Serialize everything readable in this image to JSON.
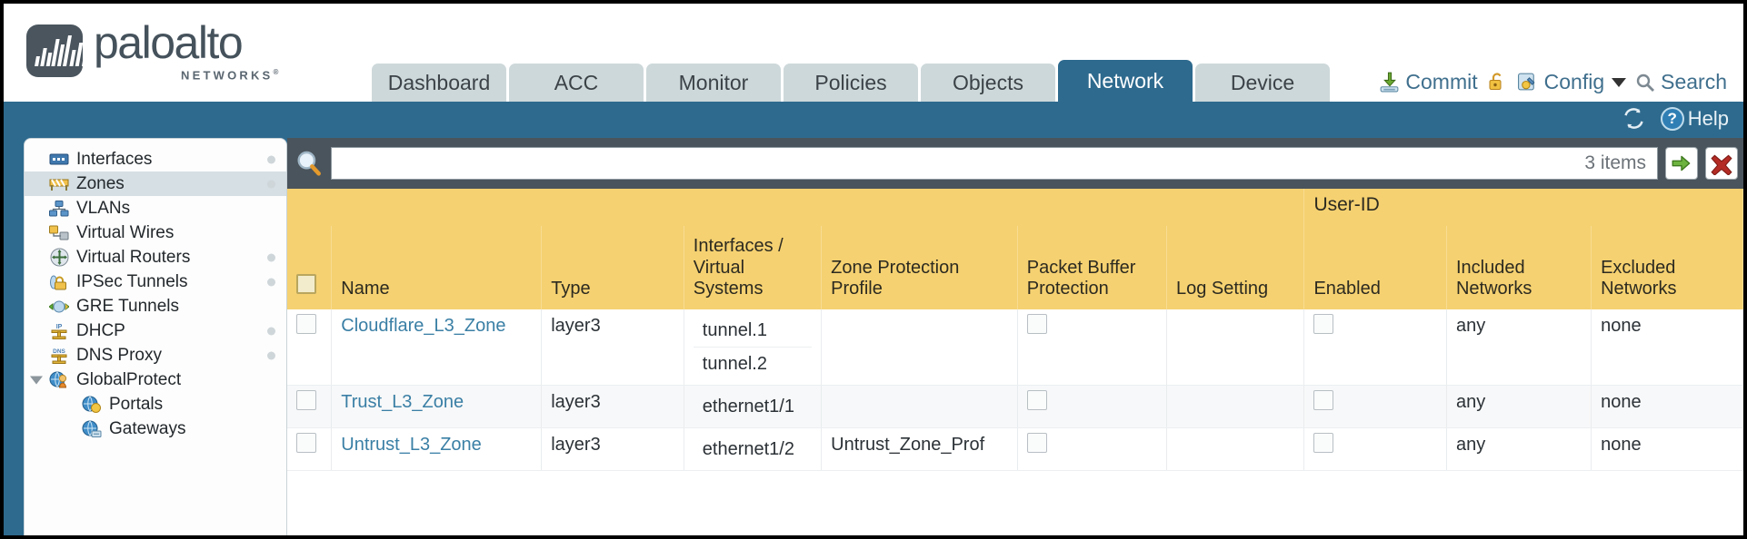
{
  "brand": {
    "name": "paloalto",
    "tagline": "NETWORKS",
    "trademark": "®"
  },
  "nav": {
    "tabs": [
      {
        "label": "Dashboard",
        "active": false
      },
      {
        "label": "ACC",
        "active": false
      },
      {
        "label": "Monitor",
        "active": false
      },
      {
        "label": "Policies",
        "active": false
      },
      {
        "label": "Objects",
        "active": false
      },
      {
        "label": "Network",
        "active": true
      },
      {
        "label": "Device",
        "active": false
      }
    ]
  },
  "header_actions": {
    "commit": "Commit",
    "config": "Config",
    "search": "Search"
  },
  "band": {
    "help": "Help"
  },
  "sidebar": {
    "items": [
      {
        "label": "Interfaces",
        "icon": "interfaces-icon",
        "selected": false,
        "child": false,
        "dot": true,
        "expander": false
      },
      {
        "label": "Zones",
        "icon": "zones-icon",
        "selected": true,
        "child": false,
        "dot": true,
        "expander": false
      },
      {
        "label": "VLANs",
        "icon": "vlans-icon",
        "selected": false,
        "child": false,
        "dot": false,
        "expander": false
      },
      {
        "label": "Virtual Wires",
        "icon": "virtual-wires-icon",
        "selected": false,
        "child": false,
        "dot": false,
        "expander": false
      },
      {
        "label": "Virtual Routers",
        "icon": "virtual-routers-icon",
        "selected": false,
        "child": false,
        "dot": true,
        "expander": false
      },
      {
        "label": "IPSec Tunnels",
        "icon": "ipsec-tunnels-icon",
        "selected": false,
        "child": false,
        "dot": true,
        "expander": false
      },
      {
        "label": "GRE Tunnels",
        "icon": "gre-tunnels-icon",
        "selected": false,
        "child": false,
        "dot": false,
        "expander": false
      },
      {
        "label": "DHCP",
        "icon": "dhcp-icon",
        "selected": false,
        "child": false,
        "dot": true,
        "expander": false
      },
      {
        "label": "DNS Proxy",
        "icon": "dns-proxy-icon",
        "selected": false,
        "child": false,
        "dot": true,
        "expander": false
      },
      {
        "label": "GlobalProtect",
        "icon": "globalprotect-icon",
        "selected": false,
        "child": false,
        "dot": false,
        "expander": true
      },
      {
        "label": "Portals",
        "icon": "portals-icon",
        "selected": false,
        "child": true,
        "dot": false,
        "expander": false
      },
      {
        "label": "Gateways",
        "icon": "gateways-icon",
        "selected": false,
        "child": true,
        "dot": false,
        "expander": false
      }
    ]
  },
  "search": {
    "value": "",
    "placeholder": "",
    "items_count": "3 items",
    "apply_icon": "green-arrow-icon",
    "clear_icon": "red-x-icon"
  },
  "table": {
    "group_header": "User-ID",
    "columns": [
      "Name",
      "Type",
      "Interfaces / Virtual Systems",
      "Zone Protection Profile",
      "Packet Buffer Protection",
      "Log Setting",
      "Enabled",
      "Included Networks",
      "Excluded Networks"
    ],
    "columns_multiline": {
      "interfaces": [
        "Interfaces /",
        "Virtual",
        "Systems"
      ],
      "zone_protection": [
        "Zone Protection",
        "Profile"
      ],
      "packet_buffer": [
        "Packet Buffer",
        "Protection"
      ],
      "included": [
        "Included",
        "Networks"
      ],
      "excluded": [
        "Excluded",
        "Networks"
      ]
    },
    "rows": [
      {
        "name": "Cloudflare_L3_Zone",
        "type": "layer3",
        "interfaces": [
          "tunnel.1",
          "tunnel.2"
        ],
        "zone_protection_profile": "",
        "packet_buffer_protection": false,
        "log_setting": "",
        "userid_enabled": false,
        "included_networks": "any",
        "excluded_networks": "none",
        "selected": false
      },
      {
        "name": "Trust_L3_Zone",
        "type": "layer3",
        "interfaces": [
          "ethernet1/1"
        ],
        "zone_protection_profile": "",
        "packet_buffer_protection": false,
        "log_setting": "",
        "userid_enabled": false,
        "included_networks": "any",
        "excluded_networks": "none",
        "selected": false
      },
      {
        "name": "Untrust_L3_Zone",
        "type": "layer3",
        "interfaces": [
          "ethernet1/2"
        ],
        "zone_protection_profile": "Untrust_Zone_Prof",
        "packet_buffer_protection": false,
        "log_setting": "",
        "userid_enabled": false,
        "included_networks": "any",
        "excluded_networks": "none",
        "selected": false
      }
    ]
  },
  "colors": {
    "brand_blue": "#2e6a8e",
    "header_gold": "#f5d171",
    "group_gold": "#e0ae3a",
    "tab_inactive": "#cdd8da",
    "link_blue": "#3a7fa5",
    "panel_dark": "#4a545c"
  }
}
